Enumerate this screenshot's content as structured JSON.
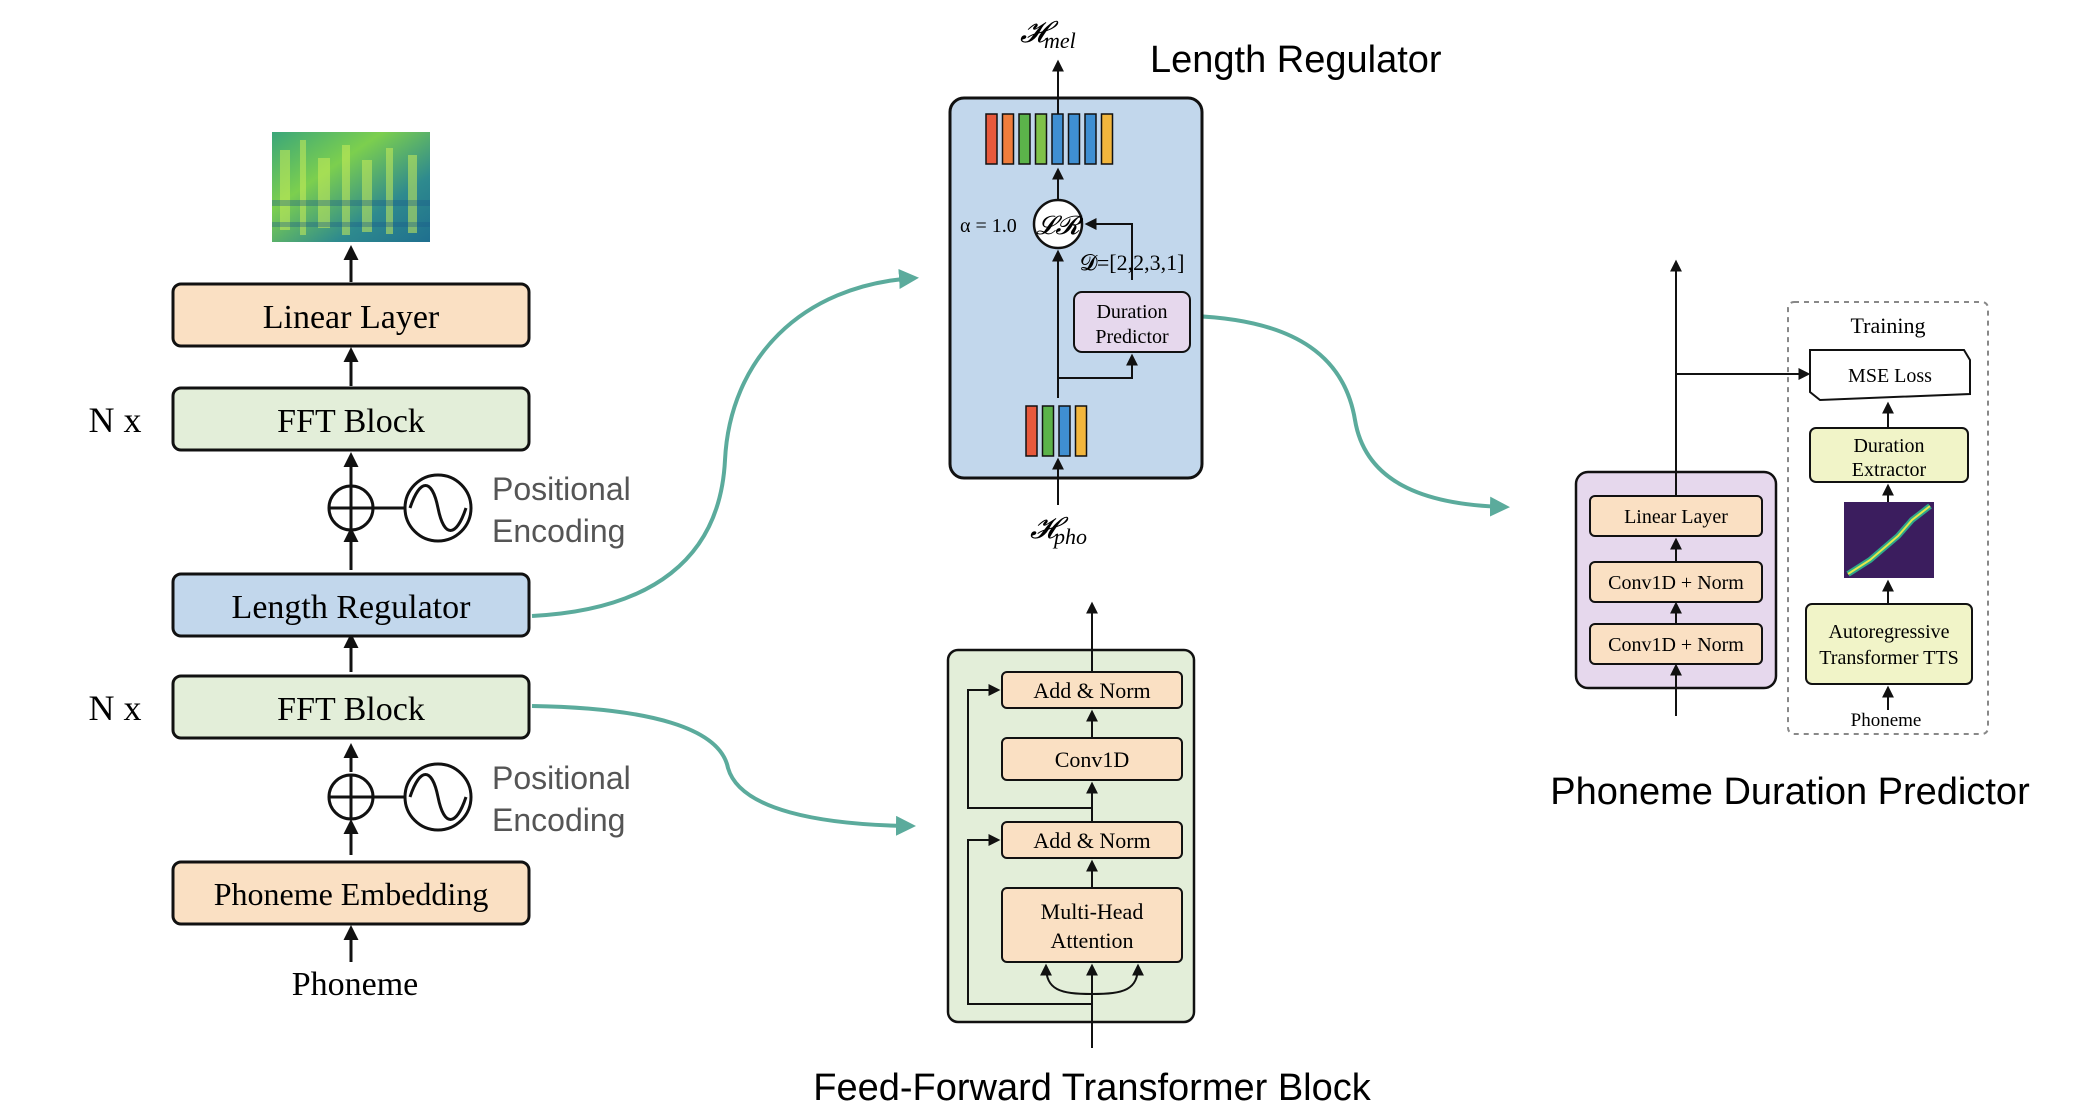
{
  "colors": {
    "orange": "#fae0c3",
    "green": "#e3eed9",
    "blue": "#c2d7ec",
    "purple": "#e6d8ed",
    "yellow": "#f1f4c8",
    "teal": "#5bab9c"
  },
  "left": {
    "linear_layer": "Linear Layer",
    "fft_block_top": "FFT Block",
    "nx_top": "N x",
    "positional_top": [
      "Positional",
      "Encoding"
    ],
    "length_regulator": "Length Regulator",
    "fft_block_bottom": "FFT Block",
    "nx_bottom": "N x",
    "positional_bottom": [
      "Positional",
      "Encoding"
    ],
    "phoneme_embedding": "Phoneme Embedding",
    "phoneme": "Phoneme"
  },
  "lr_panel": {
    "title": "Length Regulator",
    "h_mel": "𝓗",
    "h_mel_sub": "mel",
    "h_pho": "𝓗",
    "h_pho_sub": "pho",
    "alpha": "α = 1.0",
    "lr_symbol": "𝓛𝓡",
    "d_label": "𝓓=[2,2,3,1]",
    "duration_predictor": [
      "Duration",
      "Predictor"
    ],
    "top_bars": [
      "#e8593c",
      "#ef7d3c",
      "#5bb34a",
      "#7fc24a",
      "#3f8fd2",
      "#3f8fd2",
      "#3f8fd2",
      "#f2b63d"
    ],
    "bottom_bars": [
      "#e8593c",
      "#5bb34a",
      "#3f8fd2",
      "#f2b63d"
    ]
  },
  "fft_panel": {
    "title": "Feed-Forward Transformer Block",
    "add_norm_top": "Add & Norm",
    "conv1d": "Conv1D",
    "add_norm_bottom": "Add & Norm",
    "mha": [
      "Multi-Head",
      "Attention"
    ]
  },
  "dur_panel": {
    "title": "Phoneme Duration Predictor",
    "linear_layer": "Linear Layer",
    "conv1": "Conv1D + Norm",
    "conv2": "Conv1D + Norm",
    "training": "Training",
    "mse_loss": "MSE Loss",
    "duration_extractor": [
      "Duration",
      "Extractor"
    ],
    "ar_tts": [
      "Autoregressive",
      "Transformer TTS"
    ],
    "phoneme": "Phoneme"
  }
}
